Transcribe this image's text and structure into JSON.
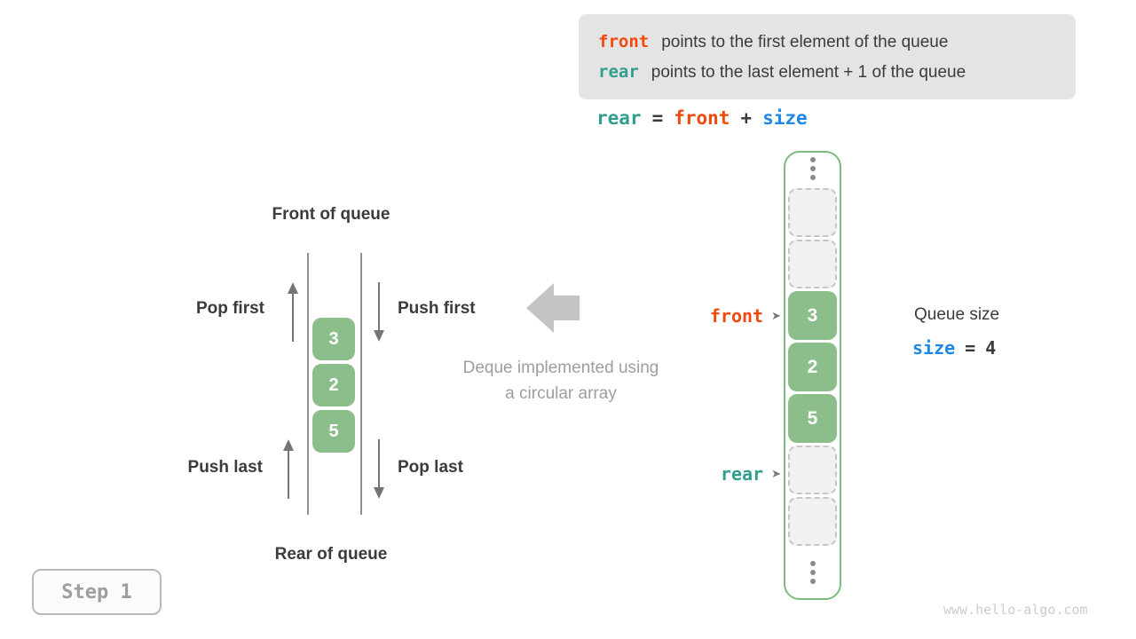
{
  "info_box": {
    "lines": [
      {
        "keyword": "front",
        "text": "points to the first element of the queue"
      },
      {
        "keyword": "rear",
        "text": "points to the last element + 1 of the queue"
      }
    ]
  },
  "equation": {
    "rear": "rear",
    "equals": "=",
    "front": "front",
    "plus": "+",
    "size": "size"
  },
  "left_diagram": {
    "front_label": "Front of queue",
    "rear_label": "Rear of queue",
    "pop_first": "Pop first",
    "push_first": "Push first",
    "push_last": "Push last",
    "pop_last": "Pop last",
    "values": [
      "3",
      "2",
      "5"
    ]
  },
  "caption": {
    "line1": "Deque implemented using",
    "line2": "a circular array"
  },
  "right_array": {
    "cells": [
      "",
      "",
      "3",
      "2",
      "5",
      "",
      ""
    ],
    "front_pointer": "front",
    "rear_pointer": "rear",
    "pointer_arrow_glyph": "➤"
  },
  "queue_size": {
    "label": "Queue size",
    "var": "size",
    "equals": "=",
    "value": "4"
  },
  "step_badge": "Step 1",
  "watermark": "www.hello-algo.com",
  "colors": {
    "accent_orange": "#F04A0E",
    "accent_teal": "#2F9E8F",
    "accent_blue": "#1E88E5",
    "cell_green": "#8CBE8C",
    "frame_green": "#7CBB7C",
    "info_box_bg": "#e4e4e4"
  }
}
